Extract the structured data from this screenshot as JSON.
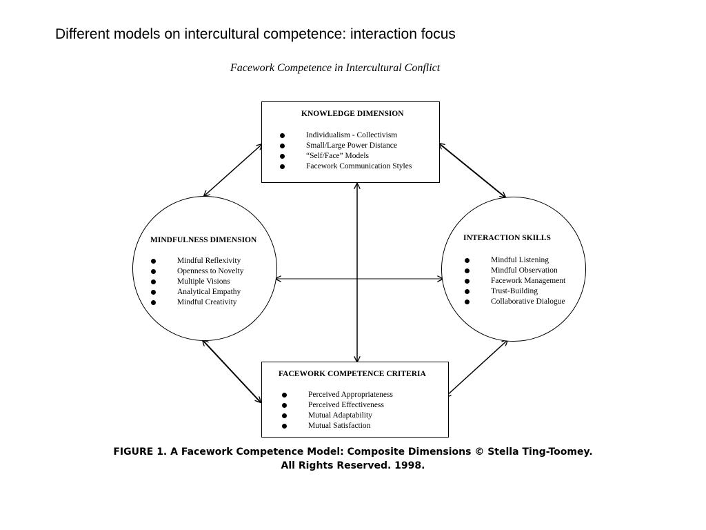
{
  "slide": {
    "title": "Different models on intercultural competence: interaction focus"
  },
  "figure": {
    "title": "Facework Competence in Intercultural Conflict",
    "caption_line1": "FIGURE 1. A Facework Competence Model: Composite Dimensions © Stella Ting-Toomey.",
    "caption_line2": "All Rights Reserved. 1998."
  },
  "knowledge": {
    "heading": "KNOWLEDGE DIMENSION",
    "items": [
      "Individualism - Collectivism",
      "Small/Large Power Distance",
      "“Self/Face” Models",
      "Facework Communication Styles"
    ]
  },
  "mindfulness": {
    "heading": "MINDFULNESS DIMENSION",
    "items": [
      "Mindful Reflexivity",
      "Openness to Novelty",
      "Multiple Visions",
      "Analytical Empathy",
      "Mindful Creativity"
    ]
  },
  "interaction": {
    "heading": "INTERACTION SKILLS",
    "items": [
      "Mindful Listening",
      "Mindful Observation",
      "Facework Management",
      "Trust-Building",
      "Collaborative Dialogue"
    ]
  },
  "criteria": {
    "heading": "FACEWORK COMPETENCE CRITERIA",
    "items": [
      "Perceived Appropriateness",
      "Perceived Effectiveness",
      "Mutual Adaptability",
      "Mutual Satisfaction"
    ]
  }
}
